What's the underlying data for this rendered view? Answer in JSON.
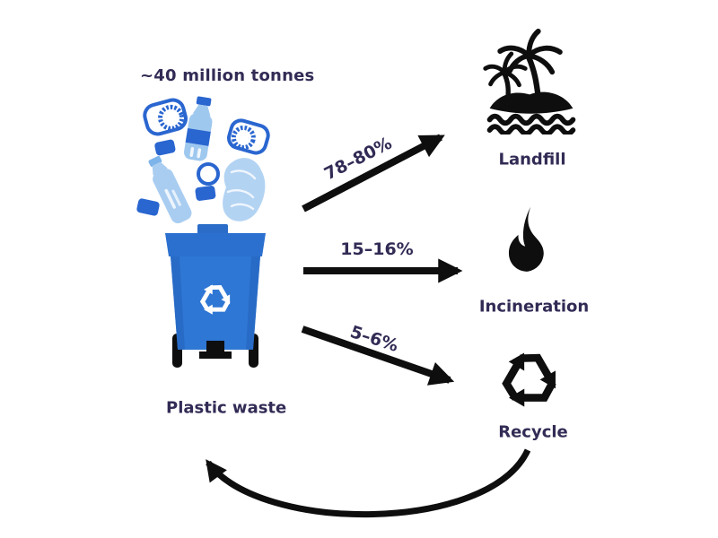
{
  "figure": {
    "supply_label": "~40 million tonnes",
    "source_label": "Plastic waste",
    "flows": [
      {
        "percent": "78–80%",
        "destination": "Landfill"
      },
      {
        "percent": "15–16%",
        "destination": "Incineration"
      },
      {
        "percent": "5–6%",
        "destination": "Recycle"
      }
    ]
  },
  "icons": {
    "source": "recycling-bin-icon",
    "source_contents": "plastic-bottles-and-caps-icons",
    "landfill": "island-palm-trees-icon",
    "incineration": "flame-icon",
    "recycle": "recycle-arrows-icon"
  },
  "colors": {
    "text": "#322b55",
    "ink": "#0e0e0e",
    "bin_blue": "#2e76d3",
    "item_dark_blue": "#2a66d0",
    "item_light_blue": "#a9cdf1"
  }
}
